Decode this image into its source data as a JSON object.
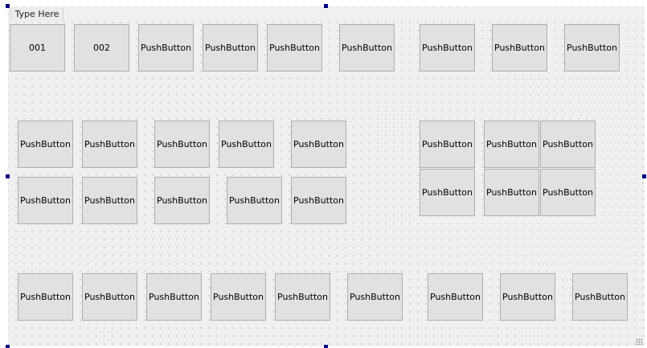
{
  "menubar": {
    "placeholder_label": "Type Here"
  },
  "buttons": {
    "row1": [
      "001",
      "002",
      "PushButton",
      "PushButton",
      "PushButton",
      "PushButton",
      "PushButton",
      "PushButton",
      "PushButton"
    ],
    "row2": [
      "PushButton",
      "PushButton",
      "PushButton",
      "PushButton",
      "PushButton",
      "PushButton",
      "PushButton",
      "PushButton"
    ],
    "row3": [
      "PushButton",
      "PushButton",
      "PushButton",
      "PushButton",
      "PushButton",
      "PushButton",
      "PushButton",
      "PushButton"
    ],
    "row4": [
      "PushButton",
      "PushButton",
      "PushButton",
      "PushButton",
      "PushButton",
      "PushButton",
      "PushButton",
      "PushButton",
      "PushButton"
    ]
  },
  "colors": {
    "form_background": "#f0f0f0",
    "button_face": "#e1e1e1",
    "button_border": "#adadad",
    "selection_handle": "#000080"
  }
}
